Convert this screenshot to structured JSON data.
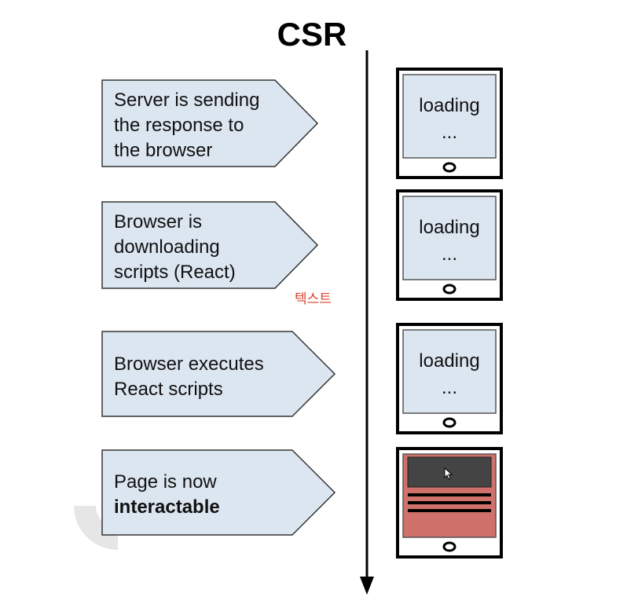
{
  "title": "CSR",
  "annotation": "텍스트",
  "colors": {
    "arrow_fill": "#dce6f1",
    "arrow_stroke": "#333333",
    "screen_fill": "#dce6f1",
    "interactive_fill": "#d0716b",
    "interactive_header": "#444444",
    "annotation": "#d9412b"
  },
  "steps": [
    {
      "lines": [
        "Server is sending",
        "the response to",
        "the browser"
      ],
      "device": {
        "line1": "loading",
        "line2": "..."
      }
    },
    {
      "lines": [
        "Browser is",
        "downloading",
        "scripts (React)"
      ],
      "device": {
        "line1": "loading",
        "line2": "..."
      }
    },
    {
      "lines": [
        "Browser executes",
        "React scripts"
      ],
      "device": {
        "line1": "loading",
        "line2": "..."
      }
    },
    {
      "lines_plain": "Page is now",
      "lines_bold": "interactable",
      "device": {
        "state": "interactive",
        "cursor": "cursor-icon"
      }
    }
  ]
}
